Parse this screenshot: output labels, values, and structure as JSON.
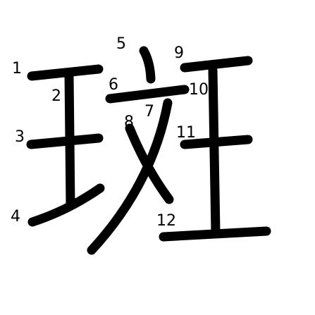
{
  "character": "斑",
  "stroke_color": "#000000",
  "background_color": "#ffffff",
  "stroke_numbers": [
    "1",
    "2",
    "3",
    "4",
    "5",
    "6",
    "7",
    "8",
    "9",
    "10",
    "11",
    "12"
  ]
}
